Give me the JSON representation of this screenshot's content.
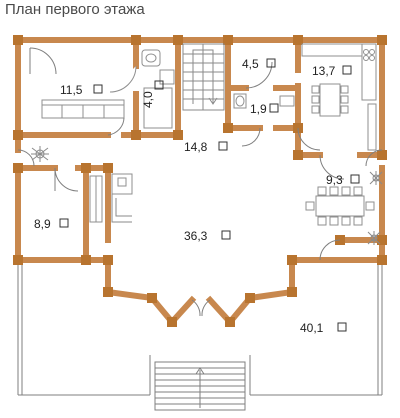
{
  "title": "План первого этажа",
  "rooms": [
    {
      "id": "room-11-5",
      "label": "11,5"
    },
    {
      "id": "room-4-0",
      "label": "4,0"
    },
    {
      "id": "room-4-5",
      "label": "4,5"
    },
    {
      "id": "room-13-7",
      "label": "13,7"
    },
    {
      "id": "room-1-9",
      "label": "1,9"
    },
    {
      "id": "room-14-8",
      "label": "14,8"
    },
    {
      "id": "room-9-3",
      "label": "9,3"
    },
    {
      "id": "room-8-9",
      "label": "8,9"
    },
    {
      "id": "room-36-3",
      "label": "36,3"
    },
    {
      "id": "room-40-1",
      "label": "40,1"
    }
  ]
}
